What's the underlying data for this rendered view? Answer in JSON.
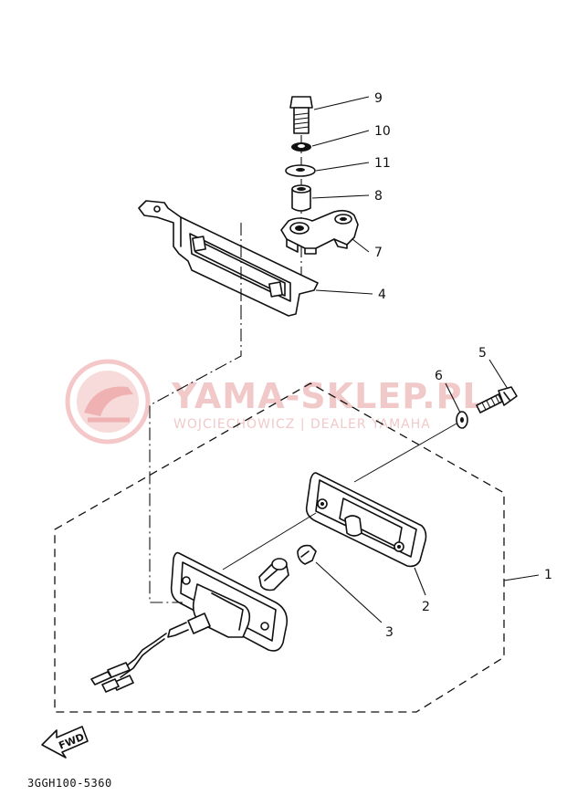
{
  "watermark": {
    "brand": "YAMA-SKLEP.PL",
    "dealer": "WOJCIECHOWICZ | DEALER YAMAHA",
    "colors": {
      "logo": "#f3c3c3",
      "text": "#f1c9c9"
    }
  },
  "callouts": {
    "c1": "1",
    "c2": "2",
    "c3": "3",
    "c4": "4",
    "c5": "5",
    "c6": "6",
    "c7": "7",
    "c8": "8",
    "c9": "9",
    "c10": "10",
    "c11": "11"
  },
  "fwd_label": "FWD",
  "diagram_code": "3GGH100-5360",
  "icons": [
    "fwd-arrow-icon",
    "dealer-logo-icon"
  ]
}
